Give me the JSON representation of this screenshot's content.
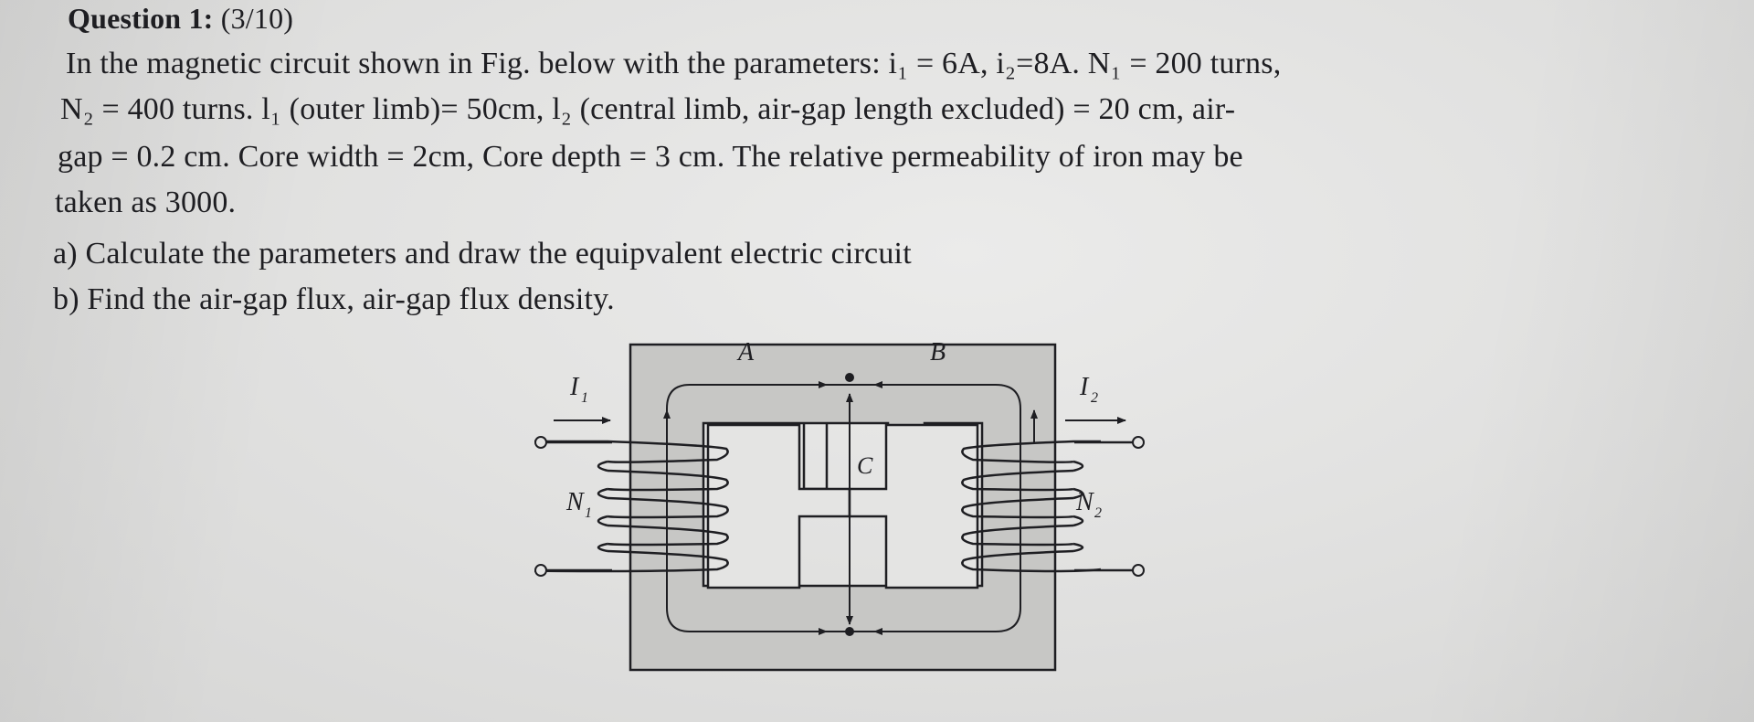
{
  "question": {
    "title_bold": "Question 1:",
    "title_marks": " (3/10)",
    "lines": [
      "In the magnetic circuit shown in Fig. below with the parameters: i₁ = 6A, i₂=8A. N₁ = 200 turns,",
      "N₂ = 400 turns. l₁ (outer limb)= 50cm, l₂ (central limb, air-gap length excluded) = 20 cm, air-",
      "gap = 0.2 cm. Core width = 2cm, Core depth = 3 cm. The relative permeability of iron may be",
      "taken as 3000."
    ],
    "part_a": "a) Calculate the parameters and draw the equipvalent electric circuit",
    "part_b": "b) Find the air-gap flux, air-gap flux density."
  },
  "figure": {
    "labels": {
      "A": "A",
      "B": "B",
      "C": "C",
      "I1": "I",
      "I1_sub": "1",
      "I2": "I",
      "I2_sub": "2",
      "N1": "N",
      "N1_sub": "1",
      "N2": "N",
      "N2_sub": "2"
    },
    "colors": {
      "core": "#c7c7c5",
      "ink": "#1e1e22"
    }
  }
}
